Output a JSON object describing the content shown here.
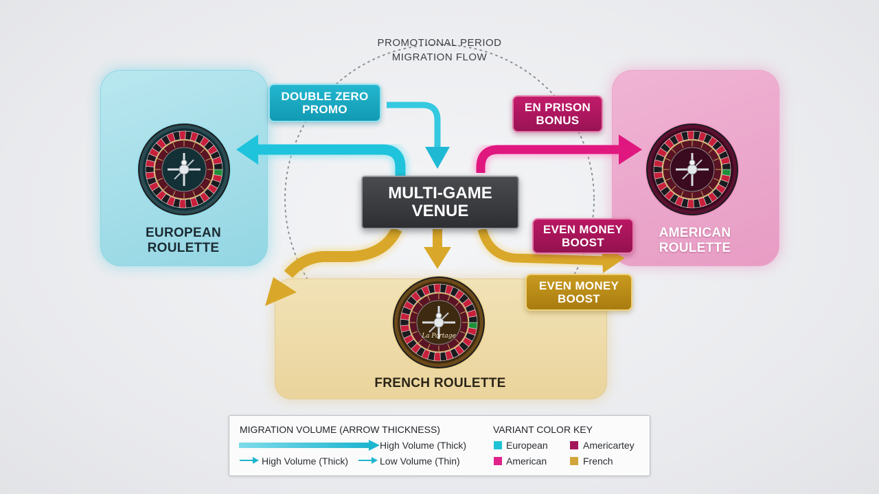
{
  "title": {
    "line1": "PROMOTIONAL PERIOD",
    "line2": "MIGRATION FLOW"
  },
  "panels": {
    "european": {
      "line1": "EUROPEAN",
      "line2": "ROULETTE",
      "color": "#93d6e3"
    },
    "american": {
      "line1": "AMERICAN",
      "line2": "ROULETTE",
      "color": "#e79cc4"
    },
    "french": {
      "label": "FRENCH ROULETTE",
      "wheel_text": "La Partage",
      "color": "#ead49c"
    }
  },
  "venue": {
    "line1": "MULTI-GAME",
    "line2": "VENUE"
  },
  "tags": {
    "double_zero": {
      "line1": "DOUBLE ZERO",
      "line2": "PROMO"
    },
    "en_prison": {
      "line1": "EN PRISON",
      "line2": "BONUS"
    },
    "even_money_1": {
      "line1": "EVEN MONEY",
      "line2": "BOOST"
    },
    "even_money_2": {
      "line1": "EVEN MONEY",
      "line2": "BOOST"
    }
  },
  "colors": {
    "european": "#1fc3dc",
    "american": "#e0177f",
    "french": "#d9a82a"
  },
  "legend": {
    "volume_heading": "MIGRATION VOLUME (ARROW THICKNESS)",
    "thick_label_right": "High Volume (Thick)",
    "thick_label_left": "High Volume (Thick)",
    "thin_label": "Low Volume (Thin)",
    "color_heading": "VARIANT COLOR KEY",
    "items": [
      {
        "label": "European",
        "color": "#1ec3d6"
      },
      {
        "label": "Americartey",
        "color": "#a3155a"
      },
      {
        "label": "American",
        "color": "#e0238a"
      },
      {
        "label": "French",
        "color": "#d2a53c"
      }
    ]
  }
}
